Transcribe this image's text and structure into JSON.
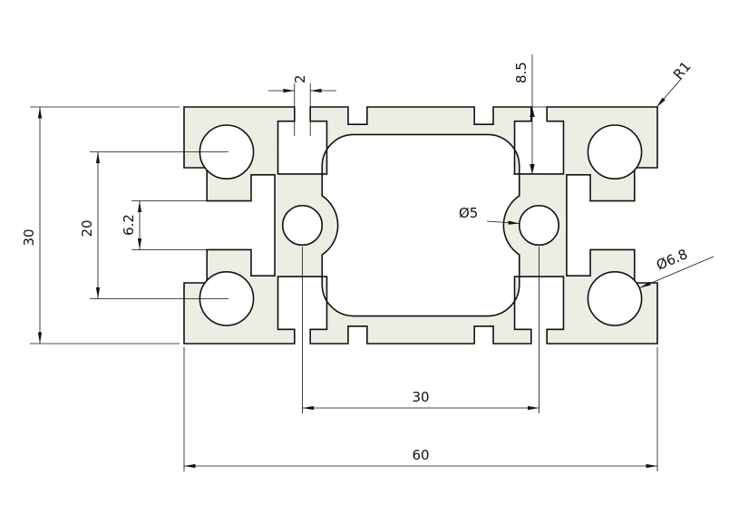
{
  "drawing": {
    "type": "aluminium-extrusion-profile-cross-section",
    "colors": {
      "profile_fill": "#ecede3",
      "line": "#111111",
      "background": "#ffffff"
    },
    "dims": {
      "overall_height": "30",
      "hole_pitch_vertical": "20",
      "side_slot_opening": "6.2",
      "top_slot_opening": "2",
      "slot_depth": "8.5",
      "corner_radius": "R1",
      "center_hole_dia": "Ø5",
      "corner_hole_dia": "Ø6.8",
      "hole_pitch_horizontal": "30",
      "overall_width": "60"
    }
  }
}
